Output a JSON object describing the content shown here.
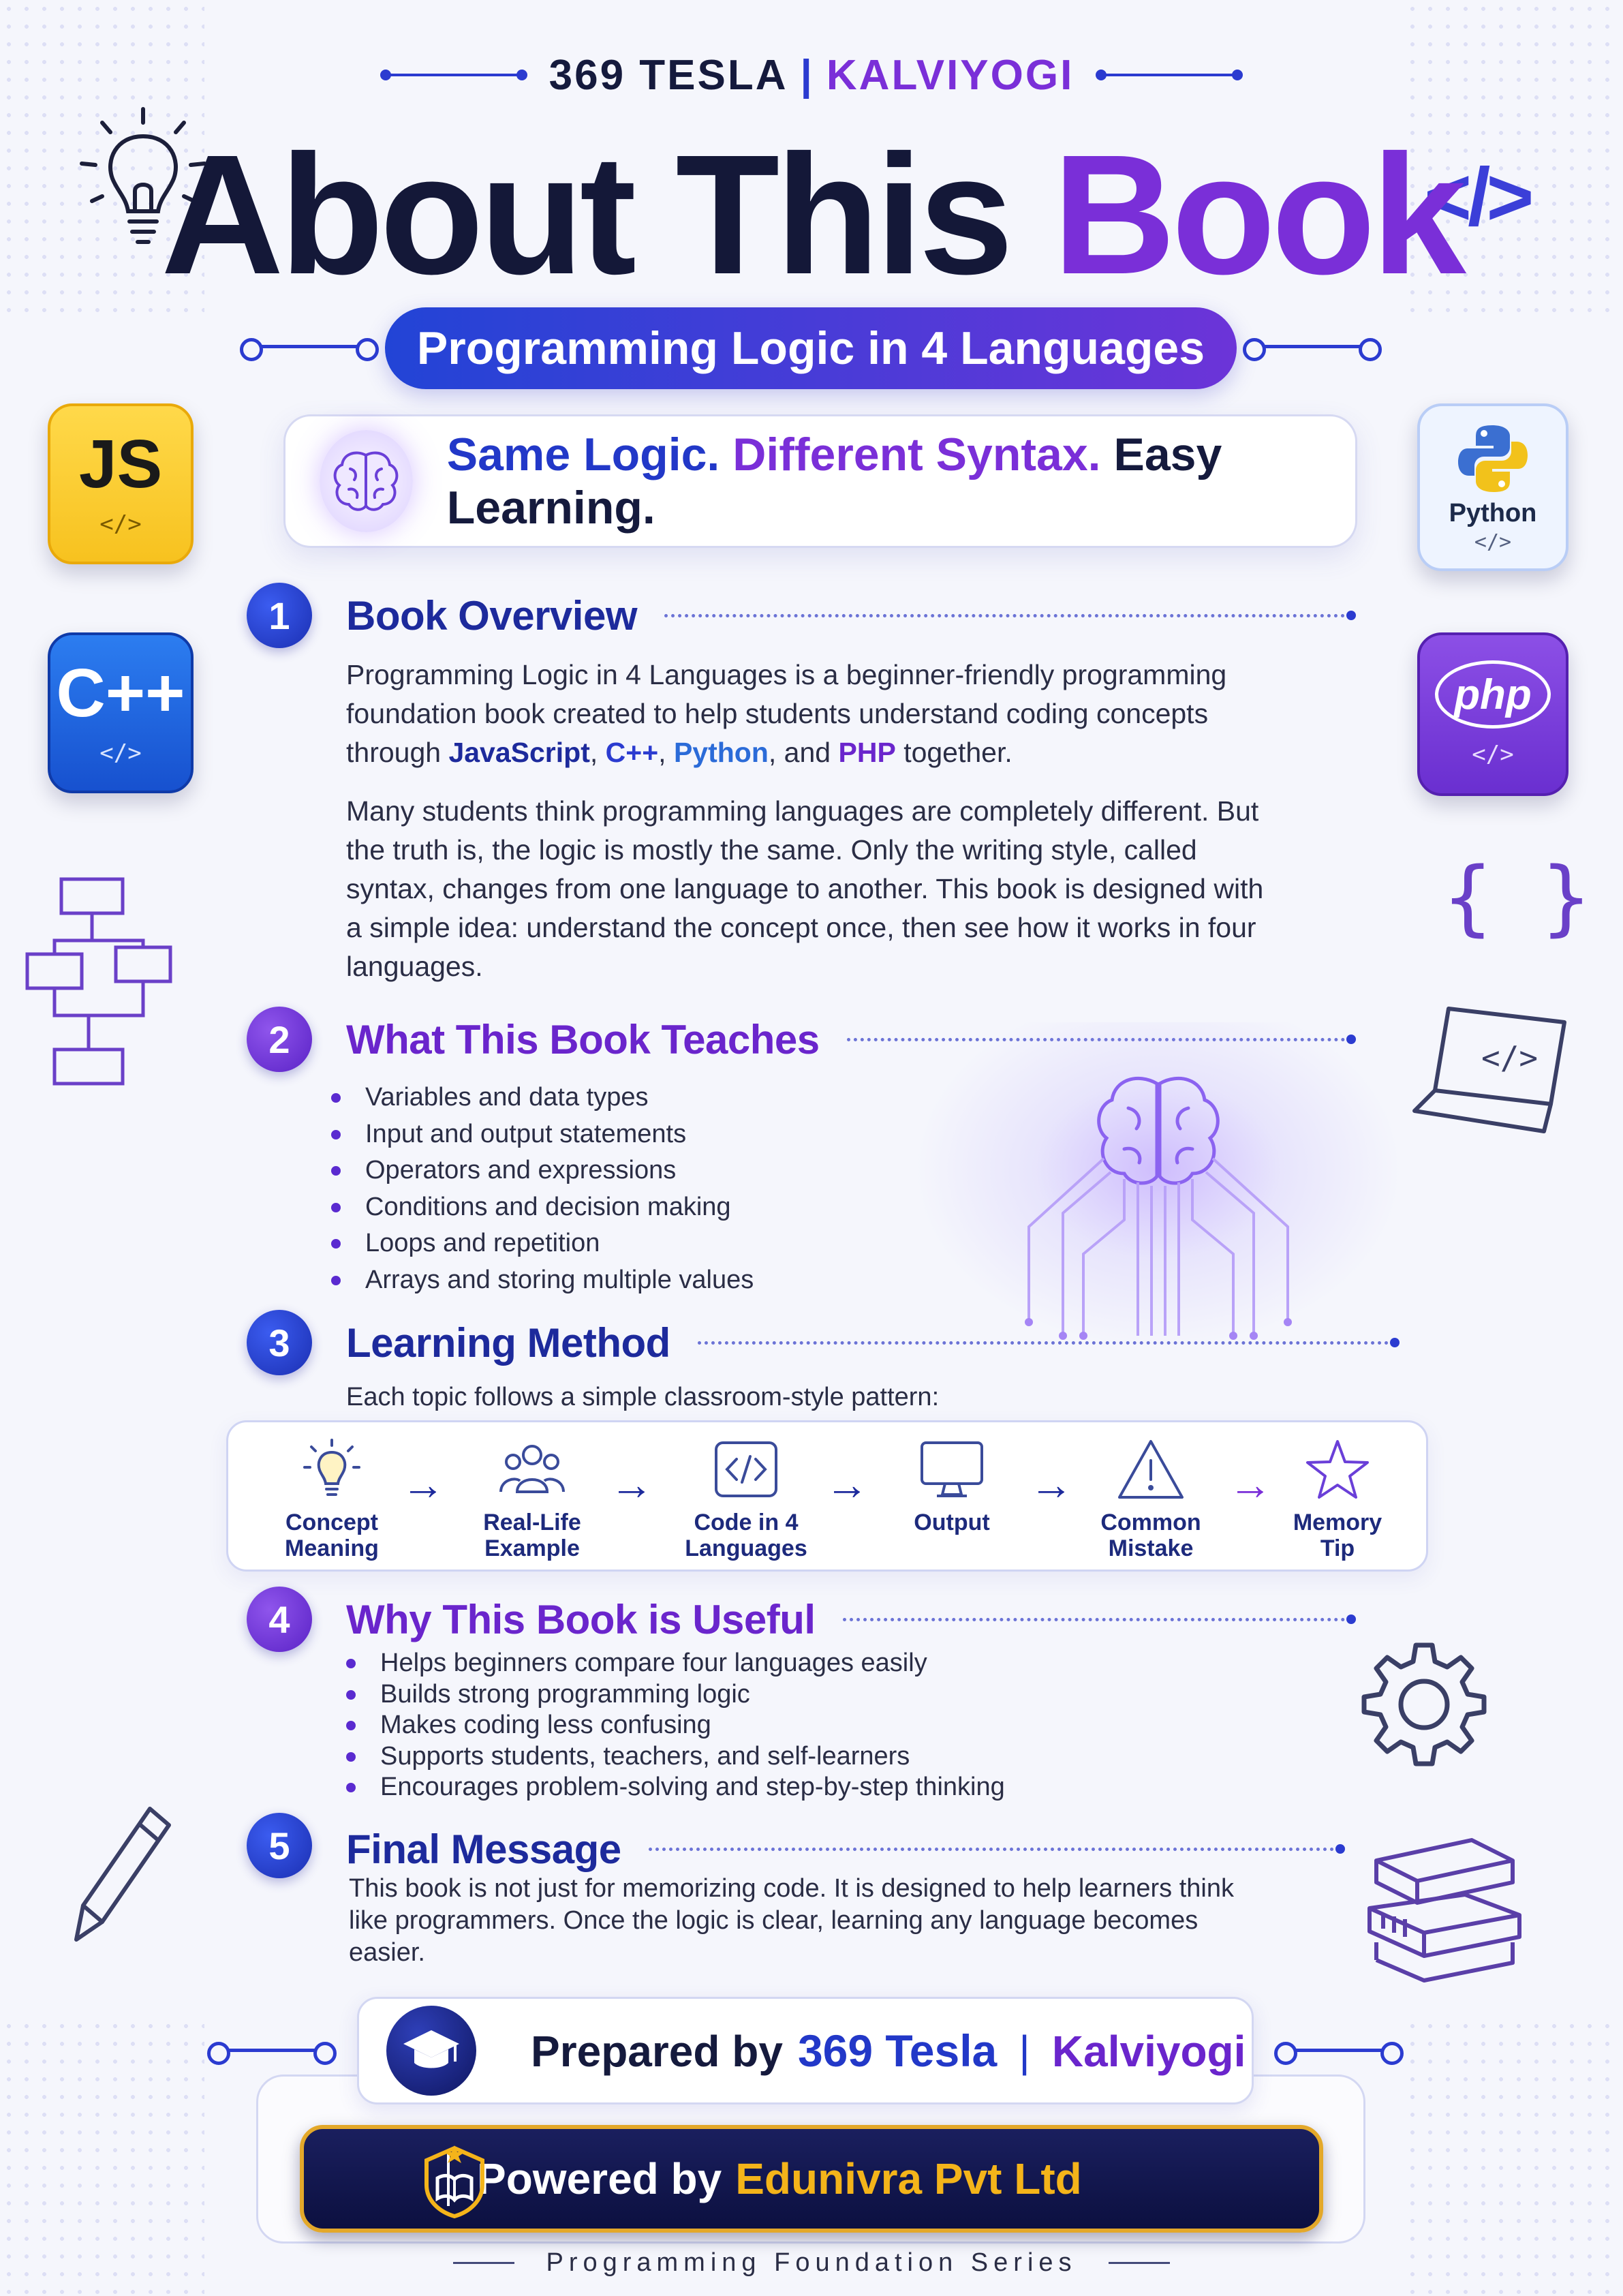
{
  "header": {
    "brand_left": "369 TESLA",
    "brand_separator": "|",
    "brand_right": "KALVIYOGI",
    "title_main": "About This",
    "title_accent": "Book",
    "subtitle": "Programming Logic in 4 Languages"
  },
  "tagline": {
    "part1": "Same Logic.",
    "part2": "Different Syntax.",
    "part3": "Easy Learning."
  },
  "languages": [
    {
      "name": "JS",
      "code": "</>"
    },
    {
      "name": "C++",
      "code": "</>"
    },
    {
      "name": "Python",
      "code": "</>"
    },
    {
      "name": "php",
      "code": "</>"
    }
  ],
  "decor": {
    "code_tag": "</>",
    "braces": "{ }",
    "laptop_code": "</>"
  },
  "sections": {
    "overview": {
      "number": "1",
      "title": "Book Overview",
      "p1_start": "Programming Logic in 4 Languages is a beginner-friendly programming foundation book created to help students understand coding concepts through ",
      "kw_js": "JavaScript",
      "comma1": ", ",
      "kw_cpp": "C++",
      "comma2": ", ",
      "kw_python": "Python",
      "and": ", and ",
      "kw_php": "PHP",
      "p1_end": " together.",
      "p2": "Many students think programming languages are completely different. But the truth is, the logic is mostly the same. Only the writing style, called syntax, changes from one language to another. This book is designed with a simple idea: understand the concept once, then see how it works in four languages."
    },
    "teaches": {
      "number": "2",
      "title": "What This Book Teaches",
      "items": [
        "Variables and data types",
        "Input and output statements",
        "Operators and expressions",
        "Conditions and decision making",
        "Loops and repetition",
        "Arrays and storing multiple values"
      ]
    },
    "method": {
      "number": "3",
      "title": "Learning Method",
      "intro": "Each topic follows a simple classroom-style pattern:",
      "steps": [
        {
          "label": "Concept\nMeaning",
          "icon": "lightbulb-icon"
        },
        {
          "label": "Real-Life\nExample",
          "icon": "people-icon"
        },
        {
          "label": "Code in 4\nLanguages",
          "icon": "code-icon"
        },
        {
          "label": "Output",
          "icon": "monitor-icon"
        },
        {
          "label": "Common\nMistake",
          "icon": "warning-icon"
        },
        {
          "label": "Memory\nTip",
          "icon": "star-icon"
        }
      ],
      "arrow": "→"
    },
    "useful": {
      "number": "4",
      "title": "Why This Book is Useful",
      "items": [
        "Helps beginners compare four languages easily",
        "Builds strong programming logic",
        "Makes coding less confusing",
        "Supports students, teachers, and self-learners",
        "Encourages problem-solving and step-by-step thinking"
      ]
    },
    "final": {
      "number": "5",
      "title": "Final Message",
      "text": "This book is not just for memorizing code. It is designed to help learners think like programmers. Once the logic is clear, learning any language becomes easier."
    }
  },
  "footer": {
    "prepared_by": "Prepared by",
    "prepared_name": "369 Tesla",
    "prepared_sep": "|",
    "prepared_org": "Kalviyogi",
    "powered_by": "Powered by",
    "powered_company": "Edunivra Pvt Ltd",
    "series": "Programming Foundation Series"
  },
  "colors": {
    "blue": "#2238c8",
    "purple": "#7a2fd8",
    "navy": "#141838",
    "gold": "#f4b41a",
    "js_yellow": "#f7c21f",
    "cpp_blue": "#1751cf",
    "php_purple": "#6a2fd0"
  }
}
